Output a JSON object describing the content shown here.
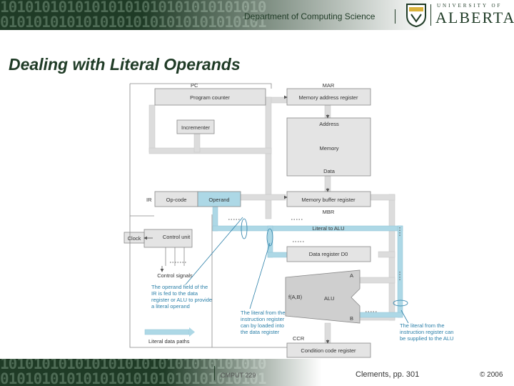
{
  "header": {
    "binary_row1": "10101010101010101010101010101010",
    "binary_row2": "01010101010101010101010101010101",
    "department": "Department of Computing Science",
    "university_small": "UNIVERSITY OF",
    "university_large": "ALBERTA"
  },
  "title": "Dealing with Literal Operands",
  "diagram": {
    "labels": {
      "pc": "PC",
      "program_counter": "Program counter",
      "mar": "MAR",
      "memory_address_register": "Memory address register",
      "incrementer": "Incrementer",
      "address": "Address",
      "memory": "Memory",
      "data": "Data",
      "ir": "IR",
      "op_code": "Op-code",
      "operand": "Operand",
      "memory_buffer_register": "Memory buffer register",
      "mbr": "MBR",
      "literal_to_alu": "Literal to ALU",
      "clock": "Clock",
      "control_unit": "Control unit",
      "data_register": "Data register D0",
      "control_signals": "Control signals",
      "a": "A",
      "b": "B",
      "f_ab": "f(A,B)",
      "alu": "ALU",
      "ccr": "CCR",
      "condition_code_register": "Condition code register",
      "literal_data_paths": "Literal data paths"
    },
    "notes": {
      "operand_field": [
        "The operand field of the",
        "IR is fed to the data",
        "register or ALU to provide",
        "a literal operand"
      ],
      "literal_loaded": [
        "The literal from the",
        "instruction register",
        "can by loaded into",
        "the data register"
      ],
      "literal_alu": [
        "The literal from the",
        "instruction register can",
        "be supplied to the ALU"
      ]
    },
    "colors": {
      "box": "#e4e4e4",
      "path": "#dcdcdc",
      "literal": "#add8e6",
      "text": "#333333"
    }
  },
  "footer": {
    "course": "CMPUT 229",
    "reference": "Clements, pp. 301",
    "copyright": "© 2006"
  }
}
